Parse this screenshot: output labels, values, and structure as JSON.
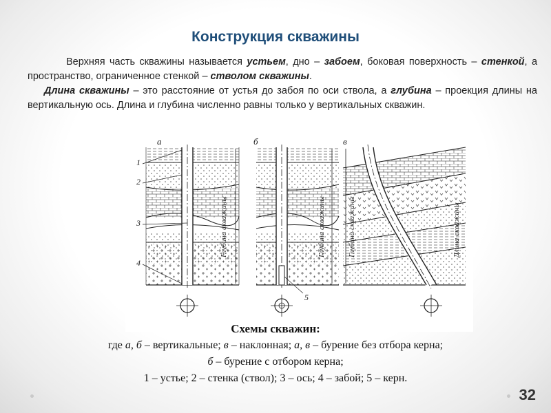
{
  "slide": {
    "title": "Конструкция скважины",
    "page_number": "32"
  },
  "intro": {
    "p1": [
      {
        "t": "Верхняя часть скважины называется "
      },
      {
        "t": "устьем",
        "b": true
      },
      {
        "t": ", дно – "
      },
      {
        "t": "забоем",
        "b": true
      },
      {
        "t": ", боковая поверхность – "
      },
      {
        "t": "стенкой",
        "b": true
      },
      {
        "t": ", а пространство, ограниченное стенкой – "
      },
      {
        "t": "стволом скважины",
        "b": true
      },
      {
        "t": "."
      }
    ],
    "p2": [
      {
        "t": "Длина скважины",
        "b": true
      },
      {
        "t": " – это расстояние от устья до забоя по оси ствола, а "
      },
      {
        "t": "глубина",
        "b": true
      },
      {
        "t": " – проекция длины на вертикальную ось. Длина и глубина численно равны только у вертикальных скважин."
      }
    ]
  },
  "figure": {
    "panel_labels": [
      "а",
      "б",
      "в"
    ],
    "callouts": [
      "1",
      "2",
      "3",
      "4",
      "5"
    ],
    "label_depth_a": "Глубина скважины",
    "label_depth_b": "Глубина скважины",
    "label_depth_c": "Глубина скважины",
    "label_length_c": "Длина скважины"
  },
  "caption": {
    "title": "Схемы скважин:",
    "line1_prefix": "где ",
    "line1_ab": "а, б",
    "line1_mid1": " – вертикальные; ",
    "line1_v": "в",
    "line1_mid2": " – наклонная; ",
    "line1_av": "а, в",
    "line1_end": " – бурение без отбора керна;",
    "line2_b": "б",
    "line2_end": " – бурение с отбором керна;",
    "line3": "1 – устье; 2 – стенка (ствол); 3 – ось; 4 – забой; 5 – керн."
  },
  "colors": {
    "title": "#1f4e79",
    "text": "#222222",
    "line": "#222222"
  }
}
